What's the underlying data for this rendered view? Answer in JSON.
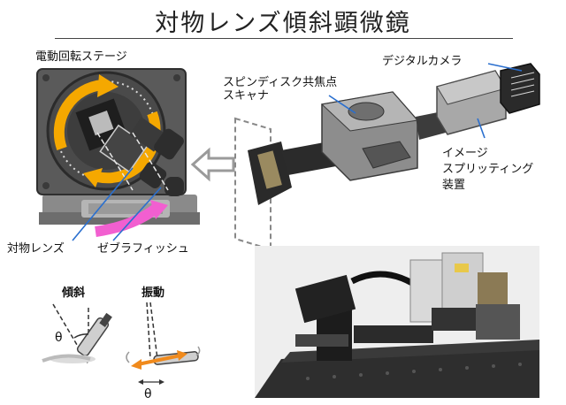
{
  "title": "対物レンズ傾斜顕微鏡",
  "labels": {
    "rotation_stage": "電動回転ステージ",
    "digital_camera": "デジタルカメラ",
    "spinning_disk_line1": "スピンディスク共焦点",
    "spinning_disk_line2": "スキャナ",
    "image_splitting_line1": "イメージ",
    "image_splitting_line2": "スプリッティング",
    "image_splitting_line3": "装置",
    "objective_lens": "対物レンズ",
    "zebrafish": "ゼブラフィッシュ"
  },
  "insets": {
    "tilt_label": "傾斜",
    "vibration_label": "振動",
    "theta_symbol": "θ"
  },
  "colors": {
    "rotation_arrow": "#f5a800",
    "fish_arrow": "#f25fd0",
    "vibration_arrow": "#f08a1c",
    "leader_line": "#2a6fcf"
  },
  "icons": {
    "process_arrow": "hollow-left-arrow-icon"
  }
}
